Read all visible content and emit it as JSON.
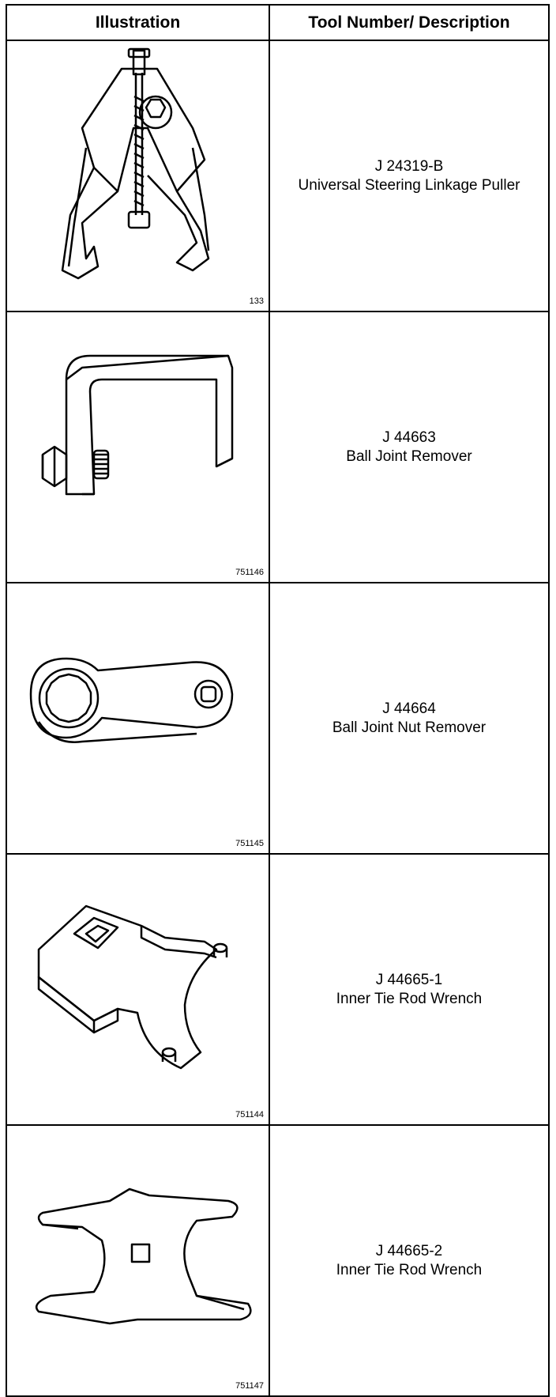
{
  "table": {
    "headers": {
      "illustration": "Illustration",
      "description": "Tool Number/ Description"
    },
    "rows": [
      {
        "number": "J 24319-B",
        "description": "Universal Steering Linkage Puller",
        "figure": "133",
        "icon": "linkage-puller-icon"
      },
      {
        "number": "J 44663",
        "description": "Ball Joint Remover",
        "figure": "751146",
        "icon": "ball-joint-remover-icon"
      },
      {
        "number": "J 44664",
        "description": "Ball Joint Nut Remover",
        "figure": "751145",
        "icon": "nut-remover-wrench-icon"
      },
      {
        "number": "J 44665-1",
        "description": "Inner Tie Rod Wrench",
        "figure": "751144",
        "icon": "tie-rod-wrench-icon"
      },
      {
        "number": "J 44665-2",
        "description": "Inner Tie Rod Wrench",
        "figure": "751147",
        "icon": "tie-rod-wrench-flat-icon"
      }
    ]
  }
}
